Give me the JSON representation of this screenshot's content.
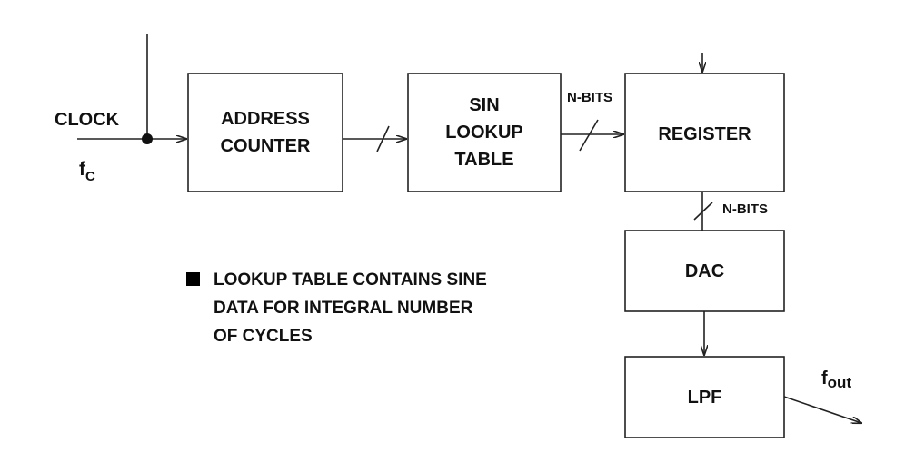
{
  "blocks": {
    "address_counter": [
      "ADDRESS",
      "COUNTER"
    ],
    "sin_lookup_table": [
      "SIN",
      "LOOKUP",
      "TABLE"
    ],
    "register": [
      "REGISTER"
    ],
    "dac": [
      "DAC"
    ],
    "lpf": [
      "LPF"
    ]
  },
  "labels": {
    "clock": "CLOCK",
    "fc_main": "f",
    "fc_sub": "C",
    "nbits_top": "N-BITS",
    "nbits_right": "N-BITS",
    "fout_main": "f",
    "fout_sub": "out"
  },
  "note": {
    "lines": [
      "LOOKUP TABLE CONTAINS SINE",
      "DATA FOR INTEGRAL NUMBER",
      "OF CYCLES"
    ]
  }
}
